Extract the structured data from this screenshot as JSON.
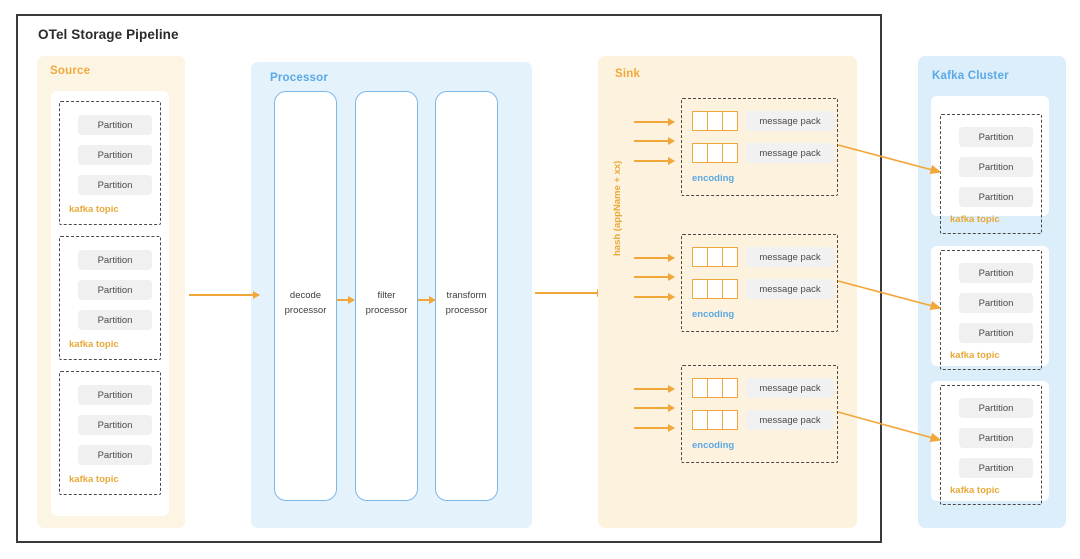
{
  "diagram": {
    "title": "OTel Storage Pipeline",
    "colors": {
      "frame": "#3a3a3a",
      "orange": "#f0a93c",
      "blue": "#5aa9e6",
      "source_bg": "#fdf5e4",
      "processor_bg": "#e4f2fb",
      "sink_bg": "#fdf2dd",
      "kafka_bg": "#ddeefb",
      "arrow": "#f2a73b"
    }
  },
  "source": {
    "label": "Source",
    "topics": [
      {
        "caption": "kafka topic",
        "partitions": [
          "Partition",
          "Partition",
          "Partition"
        ]
      },
      {
        "caption": "kafka topic",
        "partitions": [
          "Partition",
          "Partition",
          "Partition"
        ]
      },
      {
        "caption": "kafka topic",
        "partitions": [
          "Partition",
          "Partition",
          "Partition"
        ]
      }
    ]
  },
  "processor": {
    "label": "Processor",
    "stages": [
      {
        "line1": "decode",
        "line2": "processor"
      },
      {
        "line1": "filter",
        "line2": "processor"
      },
      {
        "line1": "transform",
        "line2": "processor"
      }
    ]
  },
  "sink": {
    "label": "Sink",
    "hash_label": "hash (appName + xx)",
    "groups": [
      {
        "caption": "encoding",
        "packs": [
          "message pack",
          "message pack"
        ],
        "inputs": 3
      },
      {
        "caption": "encoding",
        "packs": [
          "message pack",
          "message pack"
        ],
        "inputs": 3
      },
      {
        "caption": "encoding",
        "packs": [
          "message pack",
          "message pack"
        ],
        "inputs": 3
      }
    ]
  },
  "kafka": {
    "label": "Kafka Cluster",
    "topics": [
      {
        "caption": "kafka topic",
        "partitions": [
          "Partition",
          "Partition",
          "Partition"
        ]
      },
      {
        "caption": "kafka topic",
        "partitions": [
          "Partition",
          "Partition",
          "Partition"
        ]
      },
      {
        "caption": "kafka topic",
        "partitions": [
          "Partition",
          "Partition",
          "Partition"
        ]
      }
    ]
  }
}
